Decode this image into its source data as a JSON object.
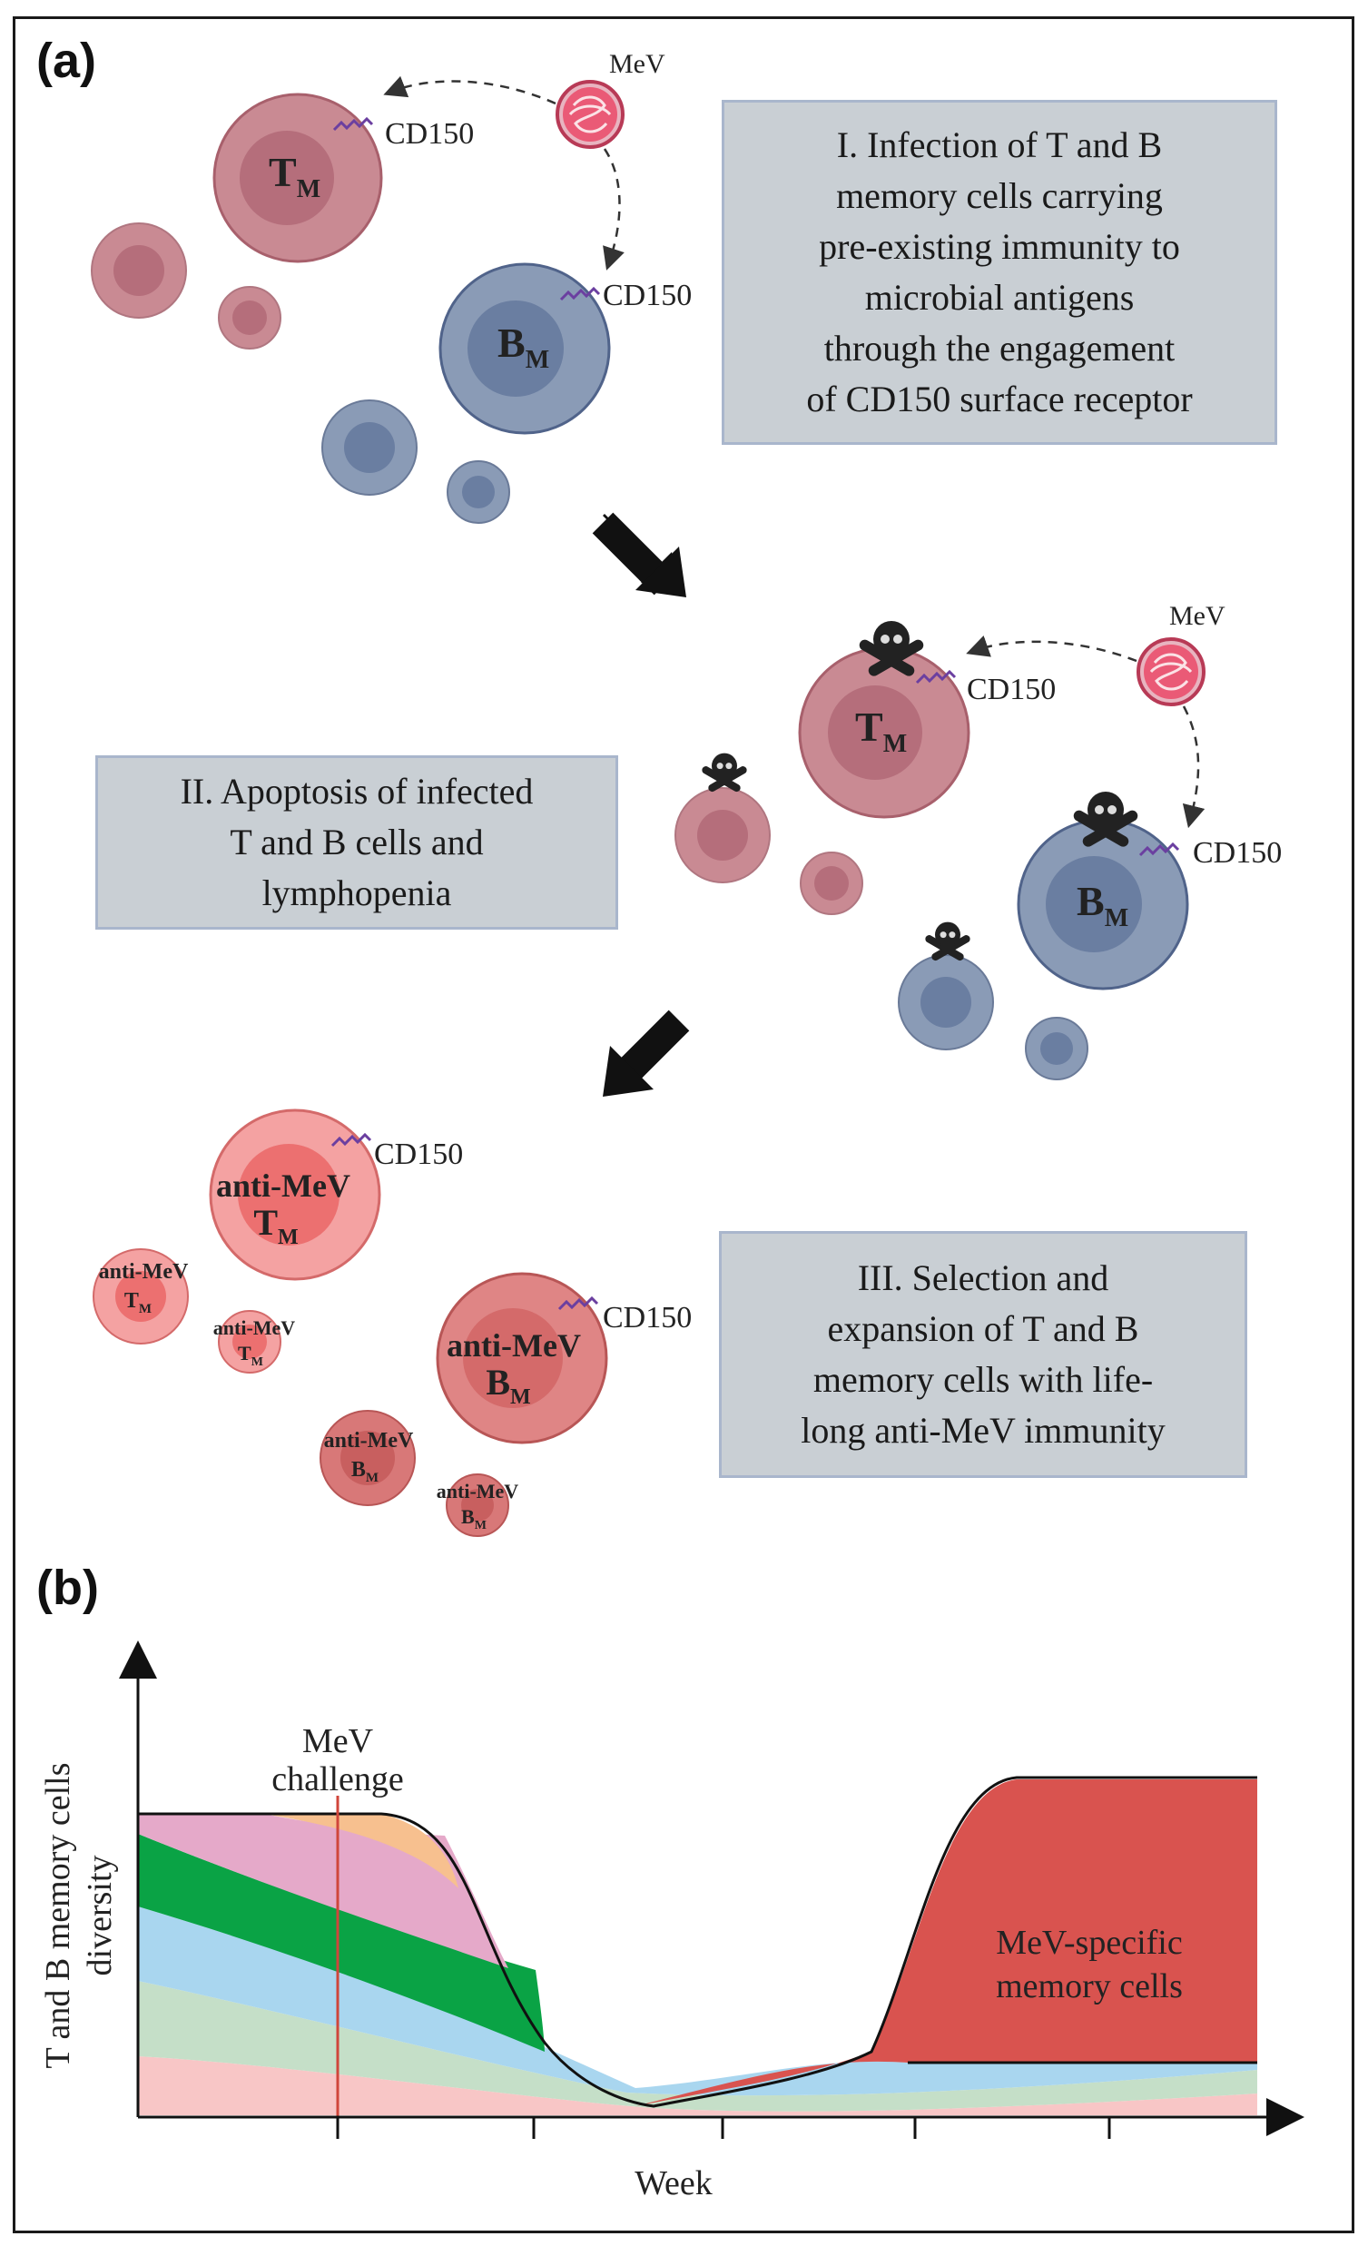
{
  "panel_a": {
    "label": "(a)",
    "stage1": {
      "lines": [
        "I. Infection of T and B",
        "memory cells carrying",
        "pre-existing immunity to",
        "microbial antigens",
        "through the engagement",
        "of CD150 surface receptor"
      ],
      "virus_label": "MeV",
      "receptor_t": "CD150",
      "receptor_b": "CD150",
      "t_cell": "T",
      "b_cell": "B",
      "subscript": "M"
    },
    "stage2": {
      "lines": [
        "II. Apoptosis of infected",
        "T and B cells and",
        "lymphopenia"
      ],
      "virus_label": "MeV",
      "receptor_t": "CD150",
      "receptor_b": "CD150",
      "t_cell": "T",
      "b_cell": "B",
      "subscript": "M"
    },
    "stage3": {
      "lines": [
        "III. Selection and",
        "expansion of T and B",
        "memory cells with life-",
        "long anti-MeV immunity"
      ],
      "receptor_t": "CD150",
      "receptor_b": "CD150",
      "anti": "anti-MeV",
      "t_cell": "T",
      "b_cell": "B",
      "subscript": "M"
    }
  },
  "panel_b": {
    "label": "(b)",
    "ylabel_line1": "T and B memory cells",
    "ylabel_line2": "diversity",
    "xlabel": "Week",
    "annotation_line1": "MeV",
    "annotation_line2": "challenge",
    "specific_line1": "MeV-specific",
    "specific_line2": "memory cells"
  },
  "colors": {
    "t_cell": "#c98a93",
    "b_cell": "#8a9bb6",
    "anti_t": "#f08080",
    "anti_b": "#d46a6a",
    "specific_area": "#d9534f",
    "challenge_line": "#d0463b",
    "box_fill": "#c9cfd4"
  }
}
